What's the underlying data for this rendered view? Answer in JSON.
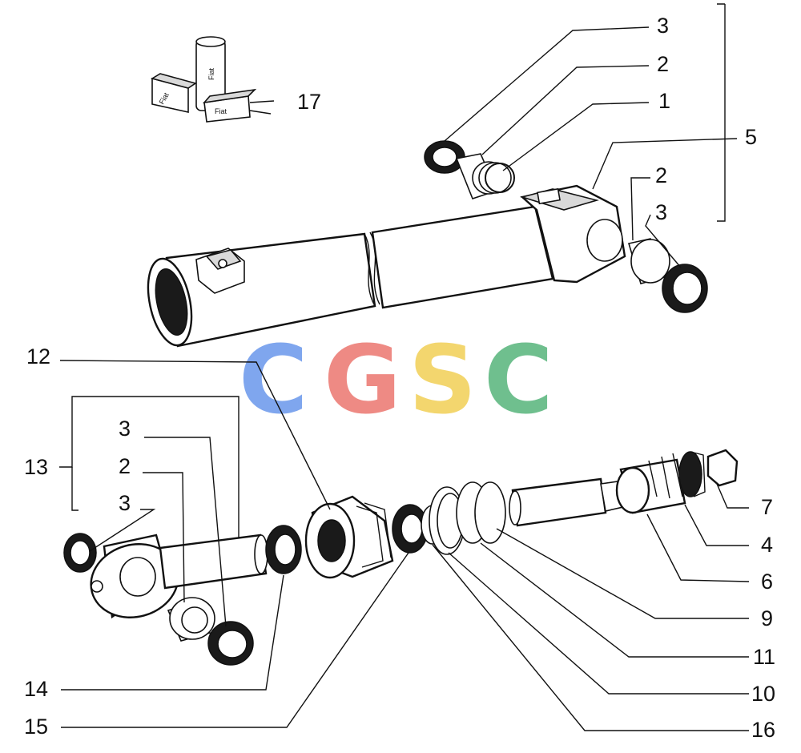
{
  "diagram": {
    "part_numbers": {
      "p1": "1",
      "p2a": "2",
      "p3a": "3",
      "p5": "5",
      "p2b": "2",
      "p3b": "3",
      "p17": "17",
      "p12": "12",
      "p13": "13",
      "p3c": "3",
      "p2c": "2",
      "p3d": "3",
      "p7": "7",
      "p4": "4",
      "p6": "6",
      "p9": "9",
      "p11": "11",
      "p10": "10",
      "p14": "14",
      "p15": "15",
      "p16": "16"
    },
    "kit_labels": {
      "tube": "Fiat",
      "pack_a": "Fiat",
      "pack_b": "Fiat"
    },
    "watermark": {
      "letters": [
        "C",
        "G",
        "S",
        "C"
      ],
      "colors": [
        "#7fa6ee",
        "#ee8a84",
        "#f3d66e",
        "#6fbf8e"
      ]
    }
  }
}
